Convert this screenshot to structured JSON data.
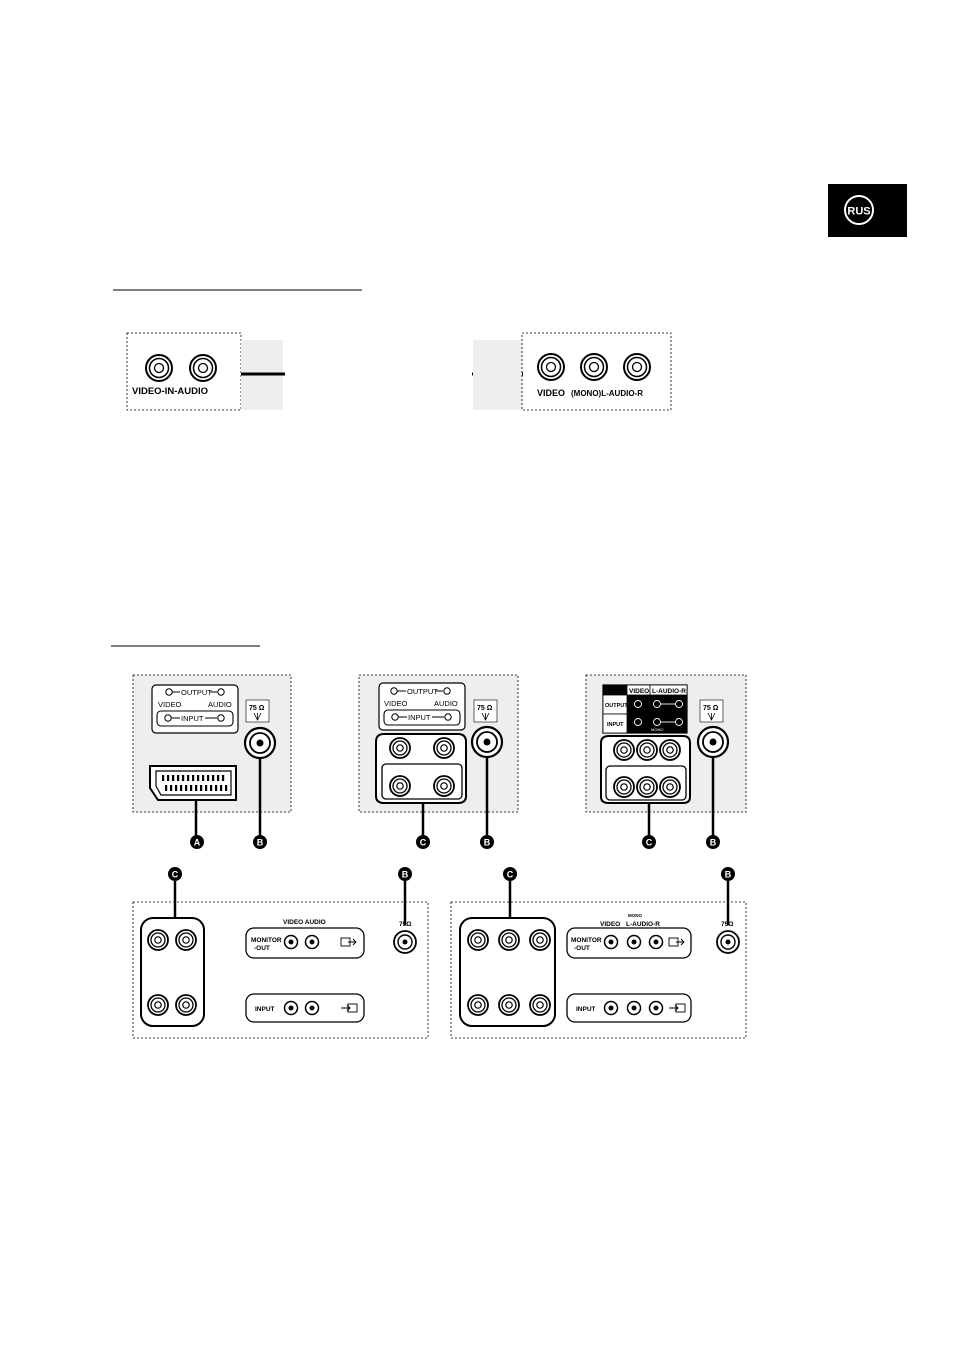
{
  "badge": {
    "text": "RUS"
  },
  "top_diagram": {
    "left_panel_label": "VIDEO-IN-AUDIO",
    "right_panel_labels": {
      "video": "VIDEO",
      "audio": "(MONO)L-AUDIO-R"
    }
  },
  "panel_1": {
    "output": "OUTPUT",
    "input": "INPUT",
    "video": "VIDEO",
    "audio": "AUDIO",
    "ohm": "75",
    "ohm_symbol": "Ω",
    "markers": [
      "A",
      "B"
    ]
  },
  "panel_2": {
    "output": "OUTPUT",
    "input": "INPUT",
    "video": "VIDEO",
    "audio": "AUDIO",
    "ohm": "75",
    "ohm_symbol": "Ω",
    "markers": [
      "C",
      "B"
    ]
  },
  "panel_3": {
    "video": "VIDEO",
    "audio": "L-AUDIO-R",
    "output": "OUTPUT",
    "input": "INPUT",
    "mono": "MONO",
    "ohm": "75",
    "ohm_symbol": "Ω",
    "markers": [
      "C",
      "B"
    ]
  },
  "panel_4": {
    "header": "VIDEO AUDIO",
    "monitor_out": "MONITOR",
    "monitor_out_2": "-OUT",
    "input": "INPUT",
    "ohm": "75Ω",
    "markers": [
      "C",
      "B"
    ]
  },
  "panel_5": {
    "video": "VIDEO",
    "mono": "MONO",
    "audio": "L-AUDIO-R",
    "monitor_out": "MONITOR",
    "monitor_out_2": "-OUT",
    "input": "INPUT",
    "ohm": "75Ω",
    "markers": [
      "C",
      "B"
    ]
  }
}
